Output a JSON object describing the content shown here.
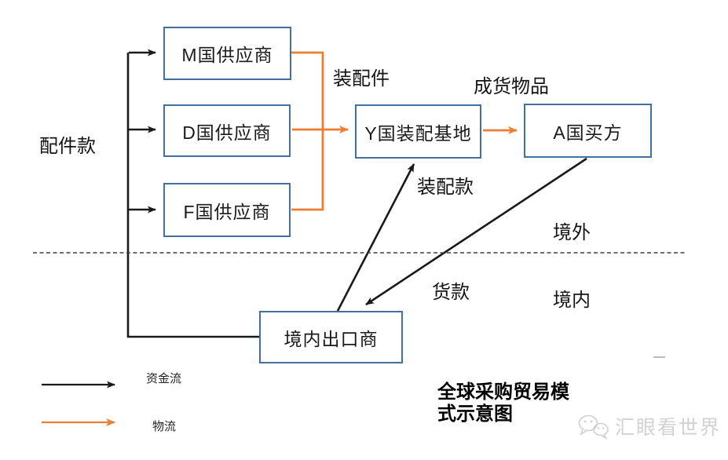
{
  "colors": {
    "box_border": "#41719C",
    "flow_black": "#1a1a1a",
    "flow_orange": "#ED7D31",
    "border_dash": "#3f3f3f",
    "watermark": "#d2d2d2"
  },
  "nodes": {
    "supplier_m": "M国供应商",
    "supplier_d": "D国供应商",
    "supplier_f": "F国供应商",
    "assembly_base": "Y国装配基地",
    "buyer": "A国买方",
    "domestic_exporter": "境内出口商"
  },
  "labels": {
    "parts_payment": "配件款",
    "assembly_parts": "装配件",
    "finished_goods": "成货物品",
    "assembly_payment": "装配款",
    "overseas": "境外",
    "domestic": "境内",
    "goods_payment": "货款"
  },
  "legend": {
    "capital_flow": "资金流",
    "logistics_flow": "物流"
  },
  "title": "全球采购贸易模\n式示意图",
  "watermark": "汇眼看世界"
}
